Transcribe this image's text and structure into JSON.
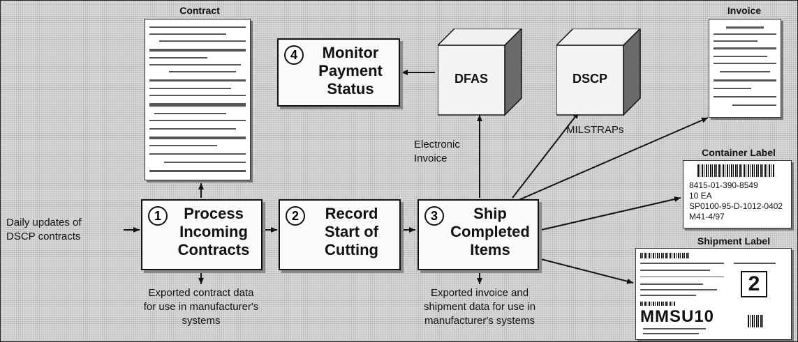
{
  "steps": {
    "process": {
      "number": "1",
      "title_lines": [
        "Process",
        "Incoming",
        "Contracts"
      ]
    },
    "record": {
      "number": "2",
      "title_lines": [
        "Record",
        "Start of",
        "Cutting"
      ]
    },
    "ship": {
      "number": "3",
      "title_lines": [
        "Ship",
        "Completed",
        "Items"
      ]
    },
    "monitor": {
      "number": "4",
      "title_lines": [
        "Monitor",
        "Payment",
        "Status"
      ]
    }
  },
  "entities": {
    "dfas": "DFAS",
    "dscp": "DSCP"
  },
  "notes": {
    "daily_updates": [
      "Daily updates of",
      "DSCP contracts"
    ],
    "exported_contract": [
      "Exported contract data",
      "for use in manufacturer's",
      "systems"
    ],
    "exported_invoice": [
      "Exported invoice and",
      "shipment data for use in",
      "manufacturer's systems"
    ],
    "electronic_invoice": [
      "Electronic",
      "Invoice"
    ],
    "milstraps": "MILSTRAPs"
  },
  "documents": {
    "contract": "Contract",
    "invoice": "Invoice",
    "container_label": {
      "caption": "Container Label",
      "lines": [
        "8415-01-390-8549",
        "10 EA",
        "SP0100-95-D-1012-0402",
        "M41-4/97"
      ]
    },
    "shipment_label": {
      "caption": "Shipment Label",
      "big_code": "MMSU10",
      "big_number": "2"
    }
  }
}
